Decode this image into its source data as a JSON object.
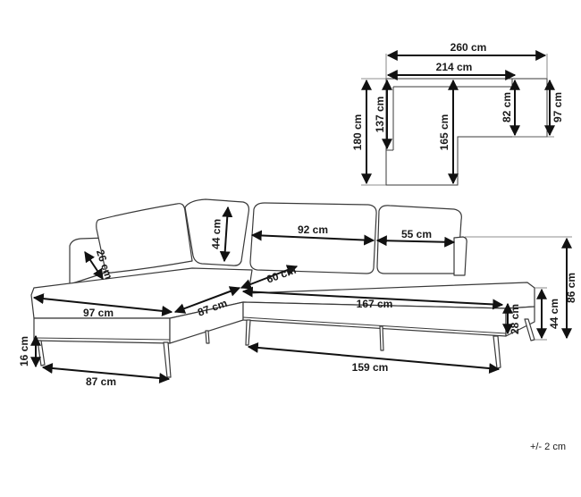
{
  "plan_view": {
    "total_width": "260 cm",
    "inner_width": "214 cm",
    "total_depth": "180 cm",
    "chaise_depth": "165 cm",
    "back_depth_left": "137 cm",
    "seat_depth": "82 cm",
    "side_depth": "97 cm"
  },
  "front_view": {
    "arm_height": "26 cm",
    "cushion_height": "44 cm",
    "cushion_width_large": "92 cm",
    "cushion_width_small": "55 cm",
    "corner_diagonal": "60 cm",
    "left_seat_width": "97 cm",
    "left_seat_depth": "87 cm",
    "main_seat_length": "167 cm",
    "seat_thickness": "28 cm",
    "seat_height": "44 cm",
    "total_height": "86 cm",
    "leg_height": "16 cm",
    "left_base_width": "87 cm",
    "right_base_width": "159 cm"
  },
  "tolerance": "+/- 2 cm"
}
